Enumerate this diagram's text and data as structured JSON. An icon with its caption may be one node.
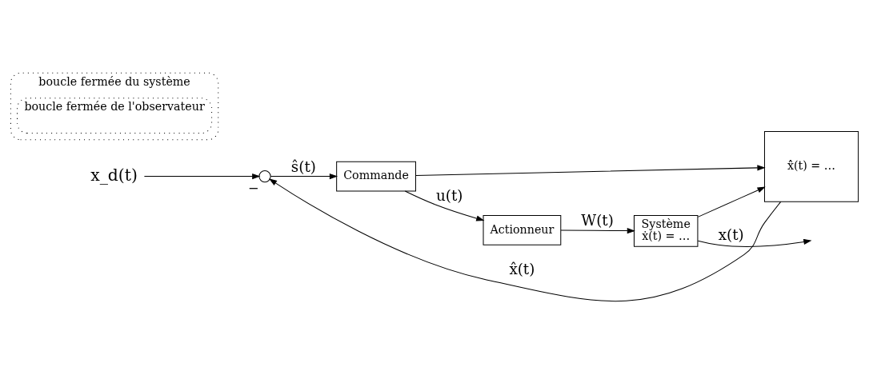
{
  "diagram": {
    "nodes": [
      {
        "text": [
          "x_d(t)"
        ]
      },
      {
        "text": [],
        "shape": "circle",
        "beside": [
          "−"
        ]
      },
      {
        "text": [
          "Commande"
        ]
      },
      {
        "text": [
          "Actionneur"
        ]
      },
      {
        "text": [
          "Système",
          "ẋ(t) = …"
        ]
      },
      {
        "text": [
          "x̂̇(t) = …"
        ]
      },
      {
        "text": [
          "boucle fermée du système"
        ]
      },
      {
        "text": [
          "boucle fermée de l'observateur"
        ],
        "in": 6
      }
    ],
    "edges": [
      {
        "from": 0,
        "to": 1,
        "arrow": "to"
      },
      {
        "from": 1,
        "to": 2,
        "arrow": "to",
        "label": "ŝ(t)"
      },
      {
        "from": 2,
        "to": 3,
        "arrow": "to",
        "label": "u(t)"
      },
      {
        "from": 3,
        "to": 4,
        "arrow": "to",
        "label": "W(t)"
      },
      {
        "from": 4,
        "to": null,
        "arrow": "to",
        "label": "x(t)"
      },
      {
        "from": 2,
        "to": 5,
        "arrow": "to"
      },
      {
        "from": 4,
        "to": 5,
        "arrow": "to"
      },
      {
        "from": 5,
        "to": 1,
        "arrow": "to",
        "label": "x̂(t)"
      }
    ]
  }
}
